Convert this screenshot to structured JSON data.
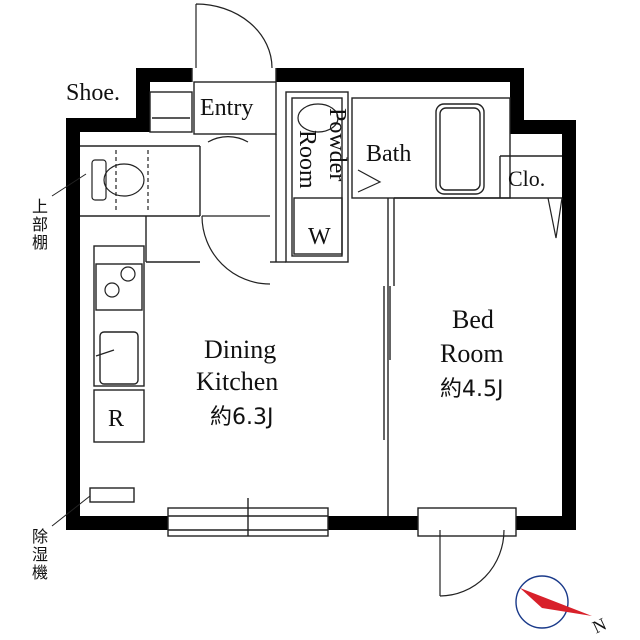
{
  "rooms": {
    "shoe": "Shoe.",
    "entry": "Entry",
    "powder_room_line1": "Powder",
    "powder_room_line2": "Room",
    "washer": "W",
    "bath": "Bath",
    "closet": "Clo.",
    "dining_kitchen_line1": "Dining",
    "dining_kitchen_line2": "Kitchen",
    "dining_kitchen_size": "約6.3J",
    "refrigerator": "R",
    "bedroom_line1": "Bed",
    "bedroom_line2": "Room",
    "bedroom_size": "約4.5J"
  },
  "annotations": {
    "upper_shelf": [
      "上",
      "部",
      "棚"
    ],
    "dehumidifier": [
      "除",
      "湿",
      "機"
    ]
  },
  "compass": {
    "north_label": "N"
  },
  "colors": {
    "wall": "#000000",
    "line": "#222222",
    "compass_needle": "#d8202a",
    "compass_ring": "#1a3a8a"
  }
}
